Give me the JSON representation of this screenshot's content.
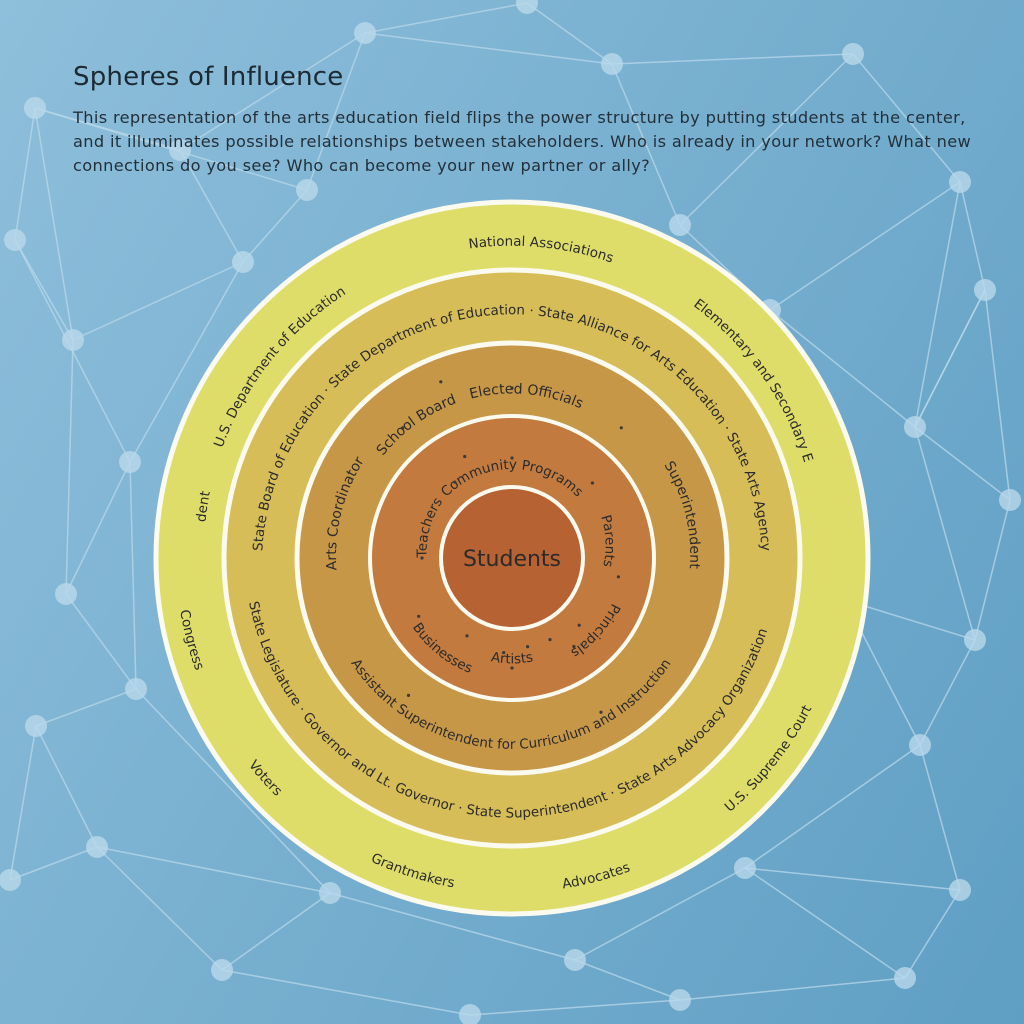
{
  "header": {
    "title": "Spheres of Influence",
    "description": "This representation of the arts education field flips the power structure by putting students at the center, and it illuminates possible relationships between stakeholders. Who is already in your network? What new connections do you see? Who can become your new partner or ally?"
  },
  "center": {
    "label": "Students",
    "color": "#b66232"
  },
  "rings": [
    {
      "color": "#c27a3e",
      "labels": {
        "community_programs": "Community Programs",
        "parents": "Parents",
        "principals": "Principals",
        "artists": "Artists",
        "businesses": "Businesses",
        "teachers": "Teachers"
      }
    },
    {
      "color": "#c79748",
      "labels": {
        "school_board": "School Board",
        "elected_officials": "Elected Officials",
        "superintendent": "Superintendent",
        "assistant_superintendent": "Assistant Superintendent for Curriculum and Instruction",
        "arts_coordinator": "Arts Coordinator"
      }
    },
    {
      "color": "#d6bd58",
      "labels": {
        "state_board": "State Board of Education · State Department of Education · State Alliance for Arts Education · State Arts Agency",
        "state_legislature": "State Legislature · Governor and Lt. Governor · State Superintendent · State Arts Advocacy Organization"
      }
    },
    {
      "color": "#dedd6a",
      "labels": {
        "us_department": "U.S. Department of Education",
        "national_associations": "National Associations",
        "esea": "Elementary and Secondary Education Act",
        "supreme_court": "U.S. Supreme Court",
        "advocates": "Advocates",
        "grantmakers": "Grantmakers",
        "voters": "Voters",
        "congress": "Congress",
        "president": "President"
      }
    }
  ],
  "separator": "·",
  "colors": {
    "background": "#7fb4d3",
    "ring_border": "#fbfaef",
    "network_lines": "#b9d8ea"
  }
}
